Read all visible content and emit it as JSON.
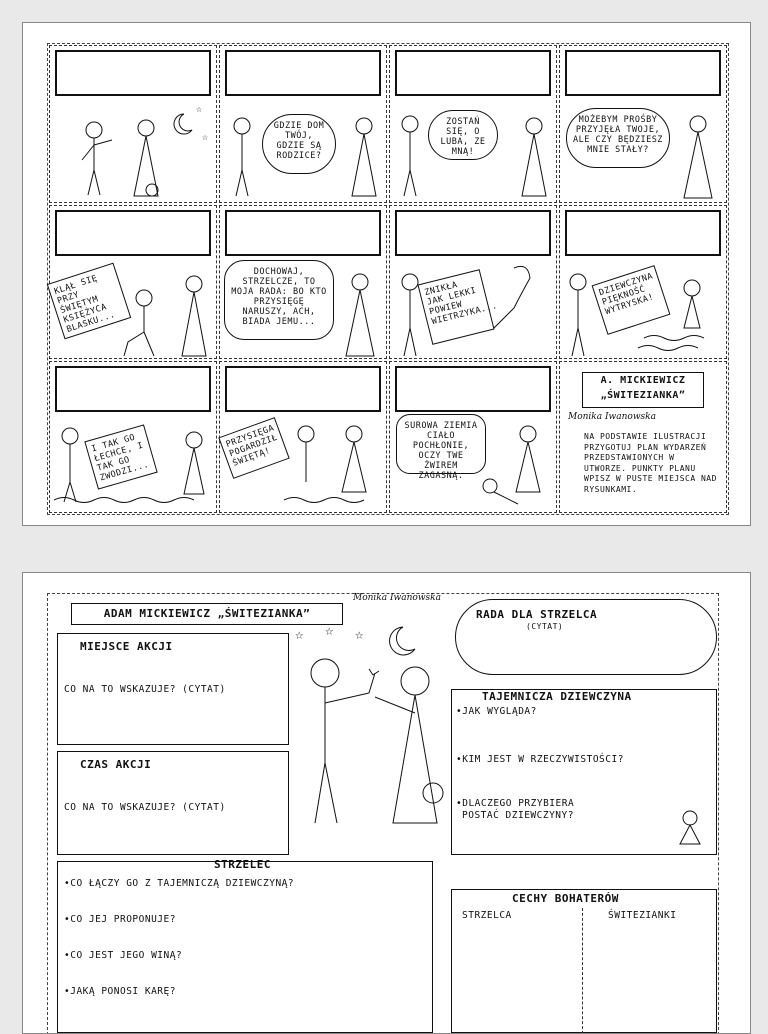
{
  "top": {
    "panels": [
      {
        "text": ""
      },
      {
        "text": "GDZIE DOM TWÓJ, GDZIE SĄ RODZICE?"
      },
      {
        "text": "ZOSTAŃ SIĘ, O LUBA, ZE MNĄ!"
      },
      {
        "text": "MOŻEBYM PROŚBY PRZYJĘŁA TWOJE, ALE CZY BĘDZIESZ MNIE STAŁY?"
      },
      {
        "text": "KLĄŁ SIĘ PRZY ŚWIĘTYM KSIĘŻYCA BLASKU..."
      },
      {
        "text": "DOCHOWAJ, STRZELCZE, TO MOJA RADA: BO KTO PRZYSIĘGĘ NARUSZY, ACH, BIADA JEMU..."
      },
      {
        "text": "ZNIKŁA JAK LEKKI POWIEW WIETRZYKA..."
      },
      {
        "text": "DZIEWCZYNA PIĘKNOŚĆ WYTRYSKA!"
      },
      {
        "text": "I TAK GO ŁECHCE, I TAK GO ZWODZI..."
      },
      {
        "text": "PRZYSIĘGA POGARDZIŁ ŚWIĘTĄ!"
      },
      {
        "text": "SUROWA ZIEMIA CIAŁO POCHŁONIE, OCZY TWE ŻWIREM ZAGASNĄ."
      }
    ],
    "title_line1": "A. MICKIEWICZ",
    "title_line2": "„ŚWITEZIANKA”",
    "author": "Monika Iwanowska",
    "instructions": "NA PODSTAWIE ILUSTRACJI PRZYGOTUJ PLAN WYDARZEŃ PRZEDSTAWIONYCH W UTWORZE. PUNKTY PLANU WPISZ W PUSTE MIEJSCA NAD RYSUNKAMI."
  },
  "bottom": {
    "banner": "ADAM MICKIEWICZ „ŚWITEZIANKA”",
    "author": "Monika Iwanowska",
    "rada_title": "RADA DLA STRZELCA",
    "rada_sub": "(CYTAT)",
    "miejsce_title": "MIEJSCE AKCJI",
    "miejsce_q": "CO NA TO WSKAZUJE? (CYTAT)",
    "czas_title": "CZAS AKCJI",
    "czas_q": "CO NA TO WSKAZUJE? (CYTAT)",
    "tajemnicza_title": "TAJEMNICZA DZIEWCZYNA",
    "tajemnicza_q1": "•JAK WYGLĄDA?",
    "tajemnicza_q2": "•KIM JEST W RZECZYWISTOŚCI?",
    "tajemnicza_q3a": "•DLACZEGO PRZYBIERA",
    "tajemnicza_q3b": "POSTAĆ DZIEWCZYNY?",
    "strzelec_title": "STRZELEC",
    "strzelec_q1": "•CO ŁĄCZY GO Z TAJEMNICZĄ DZIEWCZYNĄ?",
    "strzelec_q2": "•CO JEJ PROPONUJE?",
    "strzelec_q3": "•CO JEST JEGO WINĄ?",
    "strzelec_q4": "•JAKĄ PONOSI KARĘ?",
    "cechy_title": "CECHY BOHATERÓW",
    "cechy_col1": "STRZELCA",
    "cechy_col2": "ŚWITEZIANKI"
  }
}
